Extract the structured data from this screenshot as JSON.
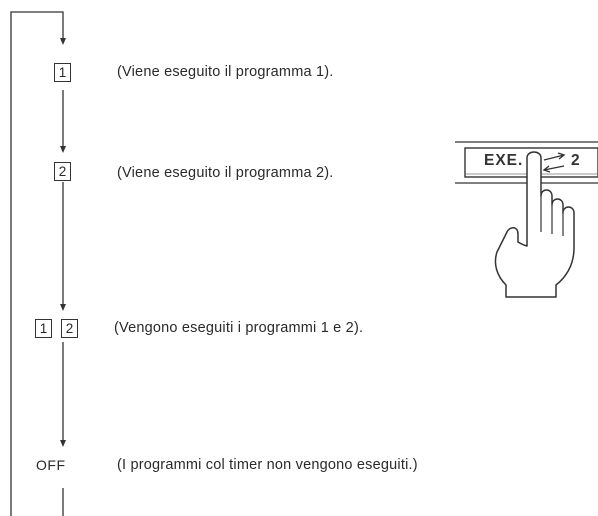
{
  "steps": [
    {
      "indicator": "1",
      "description": "(Viene eseguito il programma 1)."
    },
    {
      "indicator": "2",
      "description": "(Viene eseguito il programma 2)."
    },
    {
      "indicator_a": "1",
      "indicator_b": "2",
      "description": "(Vengono eseguiti i programmi 1 e 2)."
    },
    {
      "indicator": "OFF",
      "description": "(I programmi col timer non vengono eseguiti.)"
    }
  ],
  "button": {
    "label_prefix": "EXE.",
    "label_suffix": "2",
    "swap_icon": "double-arrow-icon",
    "hand_icon": "pointing-hand-icon"
  }
}
